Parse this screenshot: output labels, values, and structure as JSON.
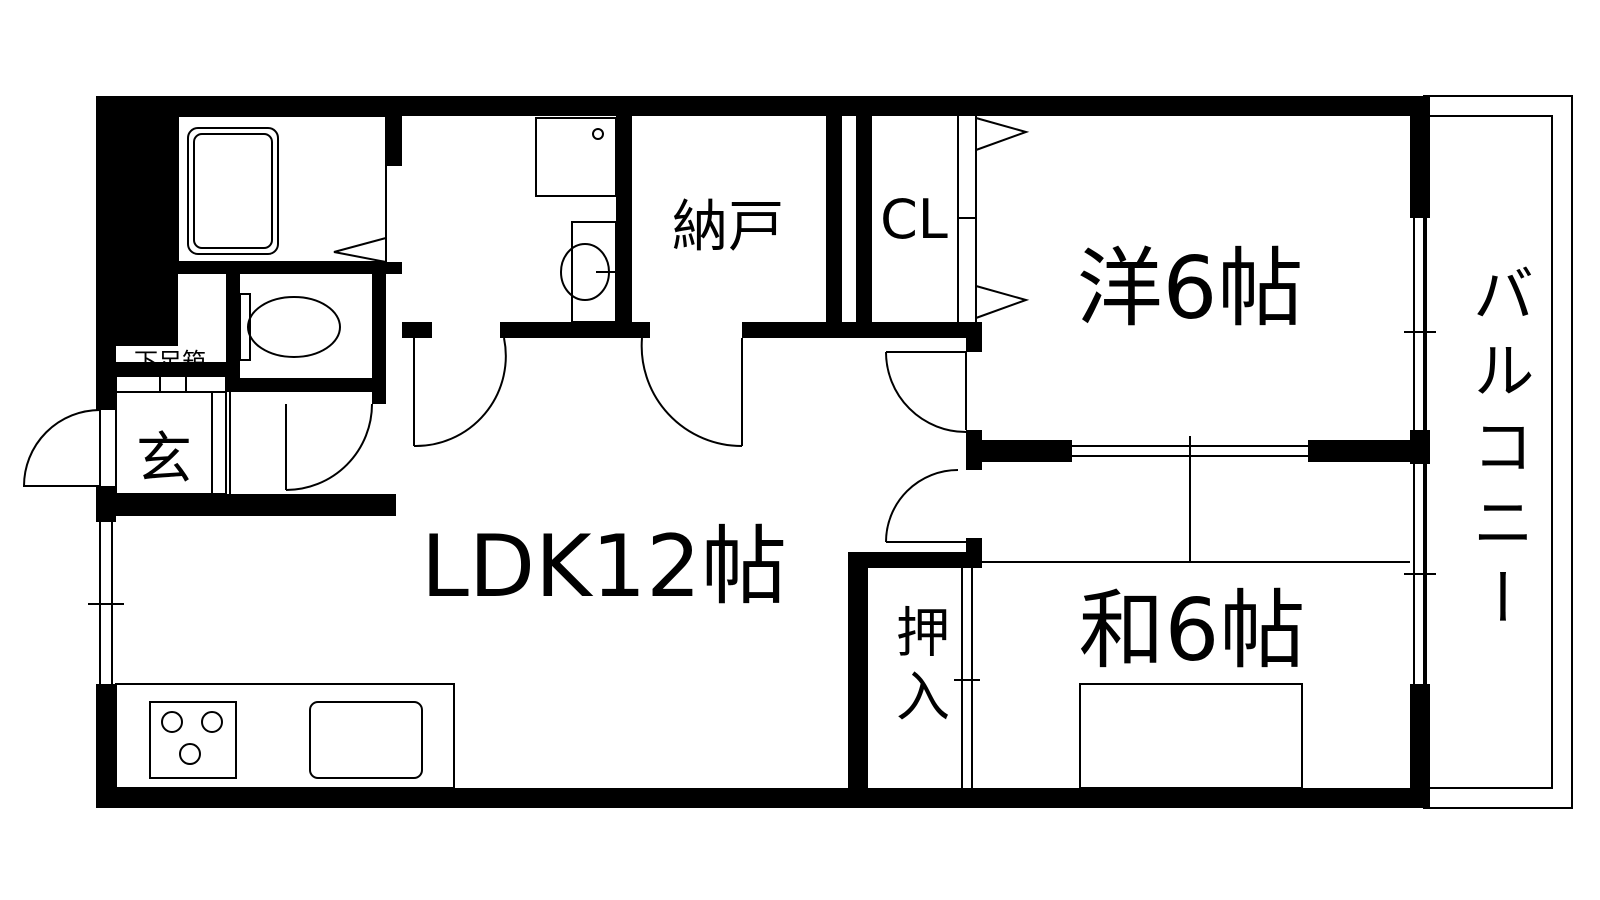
{
  "floorplan": {
    "layout_type": "LDK",
    "rooms": {
      "storage": "納戸",
      "closet": "CL",
      "western_room": "洋6帖",
      "ldk": "LDK12帖",
      "oshiire": "押入",
      "japanese_room": "和6帖",
      "balcony": "バルコニー",
      "entrance": "玄",
      "shoe_box": "下足箱"
    }
  }
}
